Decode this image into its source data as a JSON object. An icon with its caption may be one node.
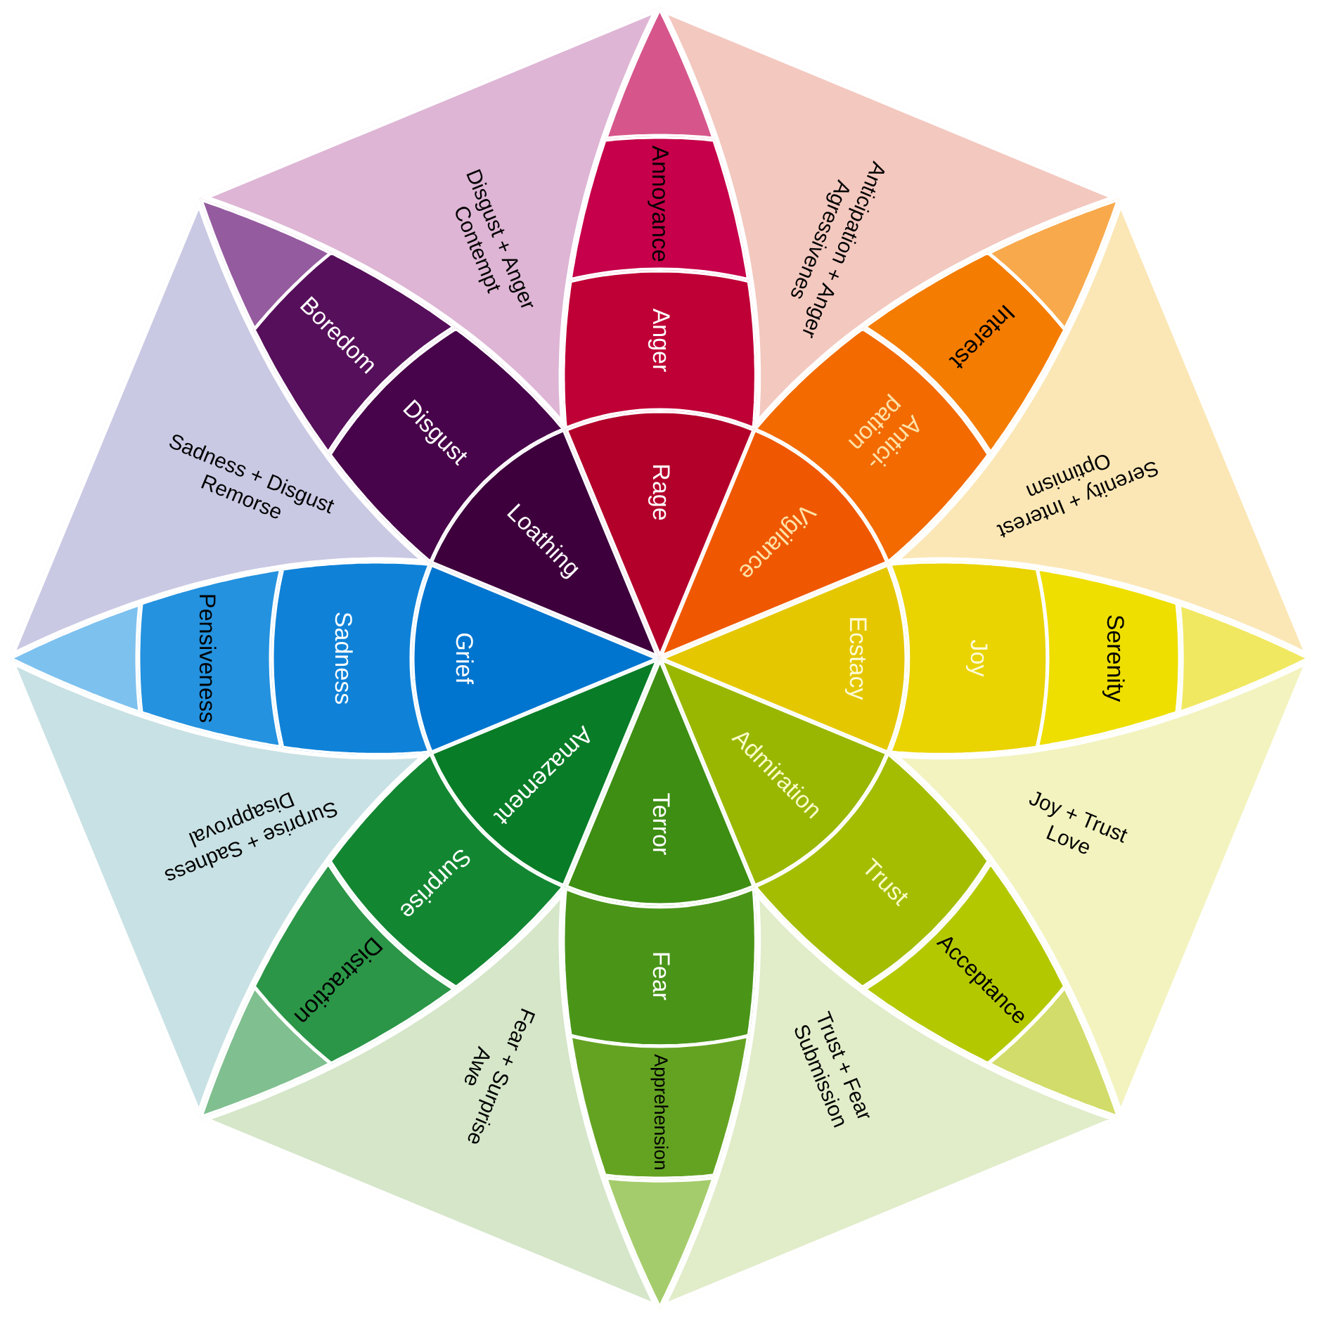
{
  "diagram": {
    "nodes": [
      {
        "text": [
          "Rage"
        ]
      },
      {
        "text": [
          "Anger"
        ]
      },
      {
        "text": [
          "Annoyance"
        ]
      },
      {
        "text": [],
        "shape": "triangle"
      },
      {
        "text": [
          "Anticipation + Anger",
          "Agressivenes"
        ]
      },
      {
        "text": [
          "Vigilance"
        ]
      },
      {
        "text": [
          "Antici- pation"
        ]
      },
      {
        "text": [
          "Interest"
        ]
      },
      {
        "text": [],
        "shape": "triangle"
      },
      {
        "text": [
          "Serenity + Interest",
          "Optimism"
        ]
      },
      {
        "text": [
          "Ecstacy"
        ]
      },
      {
        "text": [
          "Joy"
        ]
      },
      {
        "text": [
          "Serenity"
        ]
      },
      {
        "text": [],
        "shape": "triangle"
      },
      {
        "text": [
          "Joy + Trust",
          "Love"
        ]
      },
      {
        "text": [
          "Admiration"
        ]
      },
      {
        "text": [
          "Trust"
        ]
      },
      {
        "text": [
          "Acceptance"
        ]
      },
      {
        "text": [],
        "shape": "triangle"
      },
      {
        "text": [
          "Trust + Fear",
          "Submission"
        ]
      },
      {
        "text": [
          "Terror"
        ]
      },
      {
        "text": [
          "Fear"
        ]
      },
      {
        "text": [
          "Apprehension"
        ]
      },
      {
        "text": [],
        "shape": "triangle"
      },
      {
        "text": [
          "Fear + Surprise",
          "Awe"
        ]
      },
      {
        "text": [
          "Amazement"
        ]
      },
      {
        "text": [
          "Surprise"
        ]
      },
      {
        "text": [
          "Distraction"
        ]
      },
      {
        "text": [],
        "shape": "triangle"
      },
      {
        "text": [
          "Surprise + Sadness",
          "Disapproval"
        ]
      },
      {
        "text": [
          "Grief"
        ]
      },
      {
        "text": [
          "Sadness"
        ]
      },
      {
        "text": [
          "Pensiveness"
        ]
      },
      {
        "text": [],
        "shape": "triangle"
      },
      {
        "text": [
          "Sadness + Disgust",
          "Remorse"
        ]
      },
      {
        "text": [
          "Loathing"
        ]
      },
      {
        "text": [
          "Disgust"
        ]
      },
      {
        "text": [
          "Boredom"
        ]
      },
      {
        "text": [],
        "shape": "triangle"
      },
      {
        "text": [
          "Disgust + Anger",
          "Contempt"
        ]
      }
    ]
  }
}
